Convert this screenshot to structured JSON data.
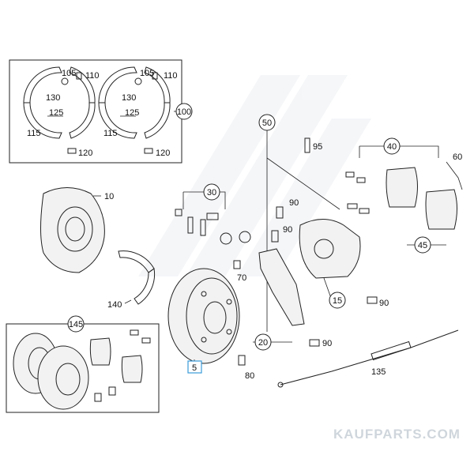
{
  "watermark": "KAUFPARTS.COM",
  "callouts": {
    "c105a": "105",
    "c110a": "110",
    "c130a": "130",
    "c125a": "125",
    "c115a": "115",
    "c120a": "120",
    "c105b": "105",
    "c110b": "110",
    "c130b": "130",
    "c125b": "125",
    "c115b": "115",
    "c120b": "120",
    "c100": "100",
    "c10": "10",
    "c30": "30",
    "c50": "50",
    "c95": "95",
    "c40": "40",
    "c60": "60",
    "c90a": "90",
    "c90b": "90",
    "c70": "70",
    "c140": "140",
    "c45": "45",
    "c15": "15",
    "c90c": "90",
    "c20": "20",
    "c90d": "90",
    "c145": "145",
    "c5": "5",
    "c80": "80",
    "c135": "135"
  }
}
